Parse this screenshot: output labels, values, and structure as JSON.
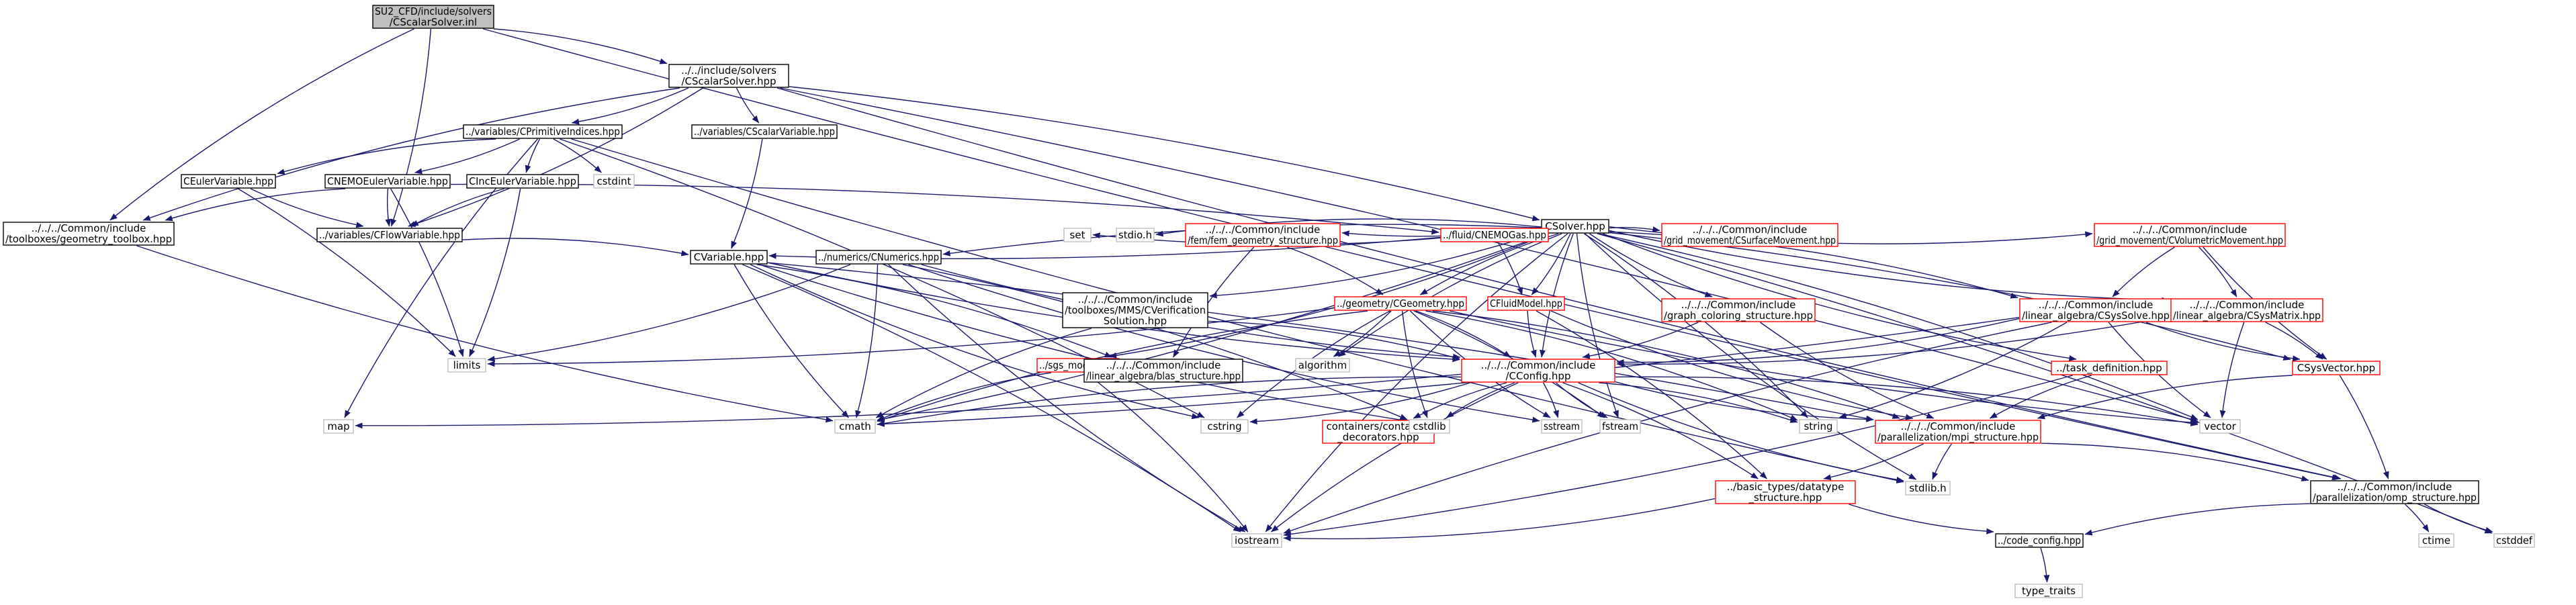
{
  "colors": {
    "edge": "#191970",
    "text": "#000000",
    "normal_border": "#000000",
    "missing_border": "#ff0000",
    "system_border": "#bfbfbf",
    "root_fill": "#bfbfbf",
    "fill": "#ffffff"
  },
  "nodes": [
    {
      "id": "root",
      "kind": "root",
      "lines": [
        "SU2_CFD/include/solvers",
        "/CScalarSolver.inl"
      ]
    },
    {
      "id": "cscalarsolver",
      "kind": "normal",
      "lines": [
        "../../include/solvers",
        "/CScalarSolver.hpp"
      ]
    },
    {
      "id": "cprimitiveindices",
      "kind": "normal",
      "lines": [
        "../variables/CPrimitiveIndices.hpp"
      ]
    },
    {
      "id": "cscalarvariable",
      "kind": "normal",
      "lines": [
        "../variables/CScalarVariable.hpp"
      ]
    },
    {
      "id": "csolver",
      "kind": "normal",
      "lines": [
        "CSolver.hpp"
      ]
    },
    {
      "id": "geometry_toolbox",
      "kind": "normal",
      "lines": [
        "../../../Common/include",
        "/toolboxes/geometry_toolbox.hpp"
      ]
    },
    {
      "id": "ceulervariable",
      "kind": "normal",
      "lines": [
        "CEulerVariable.hpp"
      ]
    },
    {
      "id": "cnemoeulervariable",
      "kind": "normal",
      "lines": [
        "CNEMOEulerVariable.hpp"
      ]
    },
    {
      "id": "cinceulervariable",
      "kind": "normal",
      "lines": [
        "CIncEulerVariable.hpp"
      ]
    },
    {
      "id": "cstdint",
      "kind": "system",
      "lines": [
        "cstdint"
      ]
    },
    {
      "id": "cflowvariable",
      "kind": "normal",
      "lines": [
        "../variables/CFlowVariable.hpp"
      ]
    },
    {
      "id": "cvariable",
      "kind": "normal",
      "lines": [
        "CVariable.hpp"
      ]
    },
    {
      "id": "cnumerics",
      "kind": "normal",
      "lines": [
        "../numerics/CNumerics.hpp"
      ]
    },
    {
      "id": "set",
      "kind": "system",
      "lines": [
        "set"
      ]
    },
    {
      "id": "stdio",
      "kind": "system",
      "lines": [
        "stdio.h"
      ]
    },
    {
      "id": "fem_geometry",
      "kind": "missing",
      "lines": [
        "../../../Common/include",
        "/fem/fem_geometry_structure.hpp"
      ]
    },
    {
      "id": "cnemogas",
      "kind": "missing",
      "lines": [
        "../fluid/CNEMOGas.hpp"
      ]
    },
    {
      "id": "csurfacemovement",
      "kind": "missing",
      "lines": [
        "../../../Common/include",
        "/grid_movement/CSurfaceMovement.hpp"
      ]
    },
    {
      "id": "cvolumetricmovement",
      "kind": "missing",
      "lines": [
        "../../../Common/include",
        "/grid_movement/CVolumetricMovement.hpp"
      ]
    },
    {
      "id": "cverification",
      "kind": "normal",
      "lines": [
        "../../../Common/include",
        "/toolboxes/MMS/CVerification",
        "Solution.hpp"
      ]
    },
    {
      "id": "cgeometry",
      "kind": "missing",
      "lines": [
        "../geometry/CGeometry.hpp"
      ]
    },
    {
      "id": "cfluidmodel",
      "kind": "missing",
      "lines": [
        "CFluidModel.hpp"
      ]
    },
    {
      "id": "graph_coloring",
      "kind": "missing",
      "lines": [
        "../../../Common/include",
        "/graph_coloring_structure.hpp"
      ]
    },
    {
      "id": "csyssolve",
      "kind": "missing",
      "lines": [
        "../../../Common/include",
        "/linear_algebra/CSysSolve.hpp"
      ]
    },
    {
      "id": "csysmatrix",
      "kind": "missing",
      "lines": [
        "../../../Common/include",
        "/linear_algebra/CSysMatrix.hpp"
      ]
    },
    {
      "id": "limits",
      "kind": "system",
      "lines": [
        "limits"
      ]
    },
    {
      "id": "algorithm",
      "kind": "system",
      "lines": [
        "algorithm"
      ]
    },
    {
      "id": "sgs_model",
      "kind": "missing",
      "lines": [
        "../sgs_model.hpp"
      ]
    },
    {
      "id": "blas_structure",
      "kind": "normal",
      "lines": [
        "../../../Common/include",
        "/linear_algebra/blas_structure.hpp"
      ]
    },
    {
      "id": "cconfig",
      "kind": "missing",
      "lines": [
        "../../../Common/include",
        "/CConfig.hpp"
      ]
    },
    {
      "id": "task_definition",
      "kind": "missing",
      "lines": [
        "../task_definition.hpp"
      ]
    },
    {
      "id": "csysvector",
      "kind": "missing",
      "lines": [
        "CSysVector.hpp"
      ]
    },
    {
      "id": "map",
      "kind": "system",
      "lines": [
        "map"
      ]
    },
    {
      "id": "cmath",
      "kind": "system",
      "lines": [
        "cmath"
      ]
    },
    {
      "id": "cstring",
      "kind": "system",
      "lines": [
        "cstring"
      ]
    },
    {
      "id": "container_decorators",
      "kind": "missing",
      "lines": [
        "containers/container",
        "_decorators.hpp"
      ]
    },
    {
      "id": "cstdlib",
      "kind": "system",
      "lines": [
        "cstdlib"
      ]
    },
    {
      "id": "sstream",
      "kind": "system",
      "lines": [
        "sstream"
      ]
    },
    {
      "id": "fstream",
      "kind": "system",
      "lines": [
        "fstream"
      ]
    },
    {
      "id": "string",
      "kind": "system",
      "lines": [
        "string"
      ]
    },
    {
      "id": "mpi_structure",
      "kind": "missing",
      "lines": [
        "../../../Common/include",
        "/parallelization/mpi_structure.hpp"
      ]
    },
    {
      "id": "vector",
      "kind": "system",
      "lines": [
        "vector"
      ]
    },
    {
      "id": "datatype_structure",
      "kind": "missing",
      "lines": [
        "../basic_types/datatype",
        "_structure.hpp"
      ]
    },
    {
      "id": "stdlib",
      "kind": "system",
      "lines": [
        "stdlib.h"
      ]
    },
    {
      "id": "omp_structure",
      "kind": "normal",
      "lines": [
        "../../../Common/include",
        "/parallelization/omp_structure.hpp"
      ]
    },
    {
      "id": "iostream",
      "kind": "system",
      "lines": [
        "iostream"
      ]
    },
    {
      "id": "code_config",
      "kind": "normal",
      "lines": [
        "../code_config.hpp"
      ]
    },
    {
      "id": "ctime",
      "kind": "system",
      "lines": [
        "ctime"
      ]
    },
    {
      "id": "cstddef",
      "kind": "system",
      "lines": [
        "cstddef"
      ]
    },
    {
      "id": "type_traits",
      "kind": "system",
      "lines": [
        "type_traits"
      ]
    }
  ],
  "edges": [
    [
      "root",
      "cscalarsolver"
    ],
    [
      "root",
      "geometry_toolbox"
    ],
    [
      "root",
      "cflowvariable"
    ],
    [
      "root",
      "omp_structure"
    ],
    [
      "cscalarsolver",
      "cprimitiveindices"
    ],
    [
      "cscalarsolver",
      "cscalarvariable"
    ],
    [
      "cscalarsolver",
      "csolver"
    ],
    [
      "cscalarsolver",
      "geometry_toolbox"
    ],
    [
      "cscalarsolver",
      "cflowvariable"
    ],
    [
      "cscalarsolver",
      "omp_structure"
    ],
    [
      "cscalarsolver",
      "vector"
    ],
    [
      "cprimitiveindices",
      "ceulervariable"
    ],
    [
      "cprimitiveindices",
      "cnemoeulervariable"
    ],
    [
      "cprimitiveindices",
      "cinceulervariable"
    ],
    [
      "cprimitiveindices",
      "cstdint"
    ],
    [
      "cprimitiveindices",
      "map"
    ],
    [
      "cprimitiveindices",
      "cstring"
    ],
    [
      "cprimitiveindices",
      "stdlib"
    ],
    [
      "cscalarvariable",
      "cvariable"
    ],
    [
      "ceulervariable",
      "cflowvariable"
    ],
    [
      "ceulervariable",
      "limits"
    ],
    [
      "cnemoeulervariable",
      "cflowvariable"
    ],
    [
      "cnemoeulervariable",
      "limits"
    ],
    [
      "cnemoeulervariable",
      "geometry_toolbox"
    ],
    [
      "cnemoeulervariable",
      "cnemogas"
    ],
    [
      "cinceulervariable",
      "cflowvariable"
    ],
    [
      "cinceulervariable",
      "limits"
    ],
    [
      "geometry_toolbox",
      "cmath"
    ],
    [
      "cflowvariable",
      "cvariable"
    ],
    [
      "cvariable",
      "cconfig"
    ],
    [
      "cvariable",
      "blas_structure"
    ],
    [
      "cvariable",
      "cmath"
    ],
    [
      "cvariable",
      "iostream"
    ],
    [
      "cvariable",
      "cstdlib"
    ],
    [
      "cvariable",
      "mpi_structure"
    ],
    [
      "cvariable",
      "cstring"
    ],
    [
      "csolver",
      "cvariable"
    ],
    [
      "csolver",
      "cnumerics"
    ],
    [
      "csolver",
      "set"
    ],
    [
      "csolver",
      "stdio"
    ],
    [
      "csolver",
      "fem_geometry"
    ],
    [
      "csolver",
      "cnemogas"
    ],
    [
      "csolver",
      "csurfacemovement"
    ],
    [
      "csolver",
      "cvolumetricmovement"
    ],
    [
      "csolver",
      "cverification"
    ],
    [
      "csolver",
      "cgeometry"
    ],
    [
      "csolver",
      "cfluidmodel"
    ],
    [
      "csolver",
      "graph_coloring"
    ],
    [
      "csolver",
      "csyssolve"
    ],
    [
      "csolver",
      "csysmatrix"
    ],
    [
      "csolver",
      "csysvector"
    ],
    [
      "csolver",
      "task_definition"
    ],
    [
      "csolver",
      "sgs_model"
    ],
    [
      "csolver",
      "algorithm"
    ],
    [
      "csolver",
      "cmath"
    ],
    [
      "csolver",
      "iostream"
    ],
    [
      "csolver",
      "string"
    ],
    [
      "csolver",
      "fstream"
    ],
    [
      "csolver",
      "vector"
    ],
    [
      "csolver",
      "stdlib"
    ],
    [
      "csolver",
      "cstddef"
    ],
    [
      "csolver",
      "cconfig"
    ],
    [
      "cnumerics",
      "limits"
    ],
    [
      "cnumerics",
      "cconfig"
    ],
    [
      "cnumerics",
      "cmath"
    ],
    [
      "cnumerics",
      "iostream"
    ],
    [
      "cnumerics",
      "cstdlib"
    ],
    [
      "cnumerics",
      "sstream"
    ],
    [
      "fem_geometry",
      "cgeometry"
    ],
    [
      "fem_geometry",
      "blas_structure"
    ],
    [
      "cnemogas",
      "cfluidmodel"
    ],
    [
      "cvolumetricmovement",
      "csyssolve"
    ],
    [
      "cvolumetricmovement",
      "csysmatrix"
    ],
    [
      "cvolumetricmovement",
      "csysvector"
    ],
    [
      "cverification",
      "cconfig"
    ],
    [
      "cverification",
      "cmath"
    ],
    [
      "cgeometry",
      "cconfig"
    ],
    [
      "cgeometry",
      "cmath"
    ],
    [
      "cgeometry",
      "algorithm"
    ],
    [
      "cgeometry",
      "cstring"
    ],
    [
      "cgeometry",
      "string"
    ],
    [
      "cgeometry",
      "sstream"
    ],
    [
      "cgeometry",
      "fstream"
    ],
    [
      "cgeometry",
      "cstdlib"
    ],
    [
      "cgeometry",
      "mpi_structure"
    ],
    [
      "cgeometry",
      "vector"
    ],
    [
      "cgeometry",
      "limits"
    ],
    [
      "cfluidmodel",
      "cconfig"
    ],
    [
      "cfluidmodel",
      "datatype_structure"
    ],
    [
      "cfluidmodel",
      "mpi_structure"
    ],
    [
      "graph_coloring",
      "cconfig"
    ],
    [
      "graph_coloring",
      "mpi_structure"
    ],
    [
      "csyssolve",
      "cconfig"
    ],
    [
      "csyssolve",
      "csysvector"
    ],
    [
      "csyssolve",
      "string"
    ],
    [
      "csyssolve",
      "vector"
    ],
    [
      "csyssolve",
      "cmath"
    ],
    [
      "csyssolve",
      "iostream"
    ],
    [
      "csysmatrix",
      "csysvector"
    ],
    [
      "csysmatrix",
      "vector"
    ],
    [
      "csysmatrix",
      "cconfig"
    ],
    [
      "csysvector",
      "mpi_structure"
    ],
    [
      "csysvector",
      "omp_structure"
    ],
    [
      "task_definition",
      "mpi_structure"
    ],
    [
      "task_definition",
      "iostream"
    ],
    [
      "sgs_model",
      "cmath"
    ],
    [
      "sgs_model",
      "iostream"
    ],
    [
      "cconfig",
      "container_decorators"
    ],
    [
      "cconfig",
      "map"
    ],
    [
      "cconfig",
      "cmath"
    ],
    [
      "cconfig",
      "cstring"
    ],
    [
      "cconfig",
      "cstdlib"
    ],
    [
      "cconfig",
      "sstream"
    ],
    [
      "cconfig",
      "fstream"
    ],
    [
      "cconfig",
      "string"
    ],
    [
      "cconfig",
      "mpi_structure"
    ],
    [
      "cconfig",
      "vector"
    ],
    [
      "cconfig",
      "iostream"
    ],
    [
      "cconfig",
      "datatype_structure"
    ],
    [
      "cconfig",
      "stdlib"
    ],
    [
      "mpi_structure",
      "datatype_structure"
    ],
    [
      "mpi_structure",
      "stdlib"
    ],
    [
      "mpi_structure",
      "omp_structure"
    ],
    [
      "datatype_structure",
      "code_config"
    ],
    [
      "datatype_structure",
      "iostream"
    ],
    [
      "omp_structure",
      "code_config"
    ],
    [
      "omp_structure",
      "ctime"
    ],
    [
      "omp_structure",
      "cstddef"
    ],
    [
      "code_config",
      "type_traits"
    ]
  ]
}
